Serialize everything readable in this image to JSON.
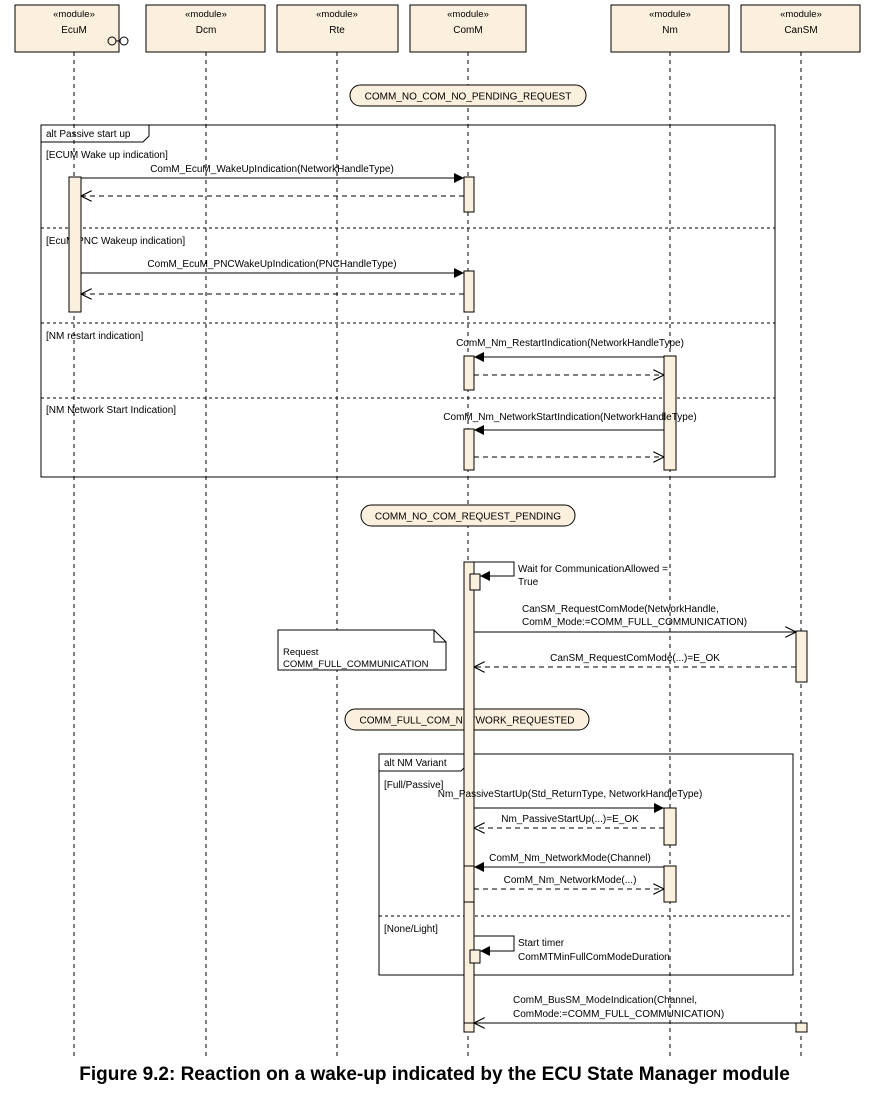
{
  "lifelines": [
    {
      "id": "ecum",
      "stereotype": "«module»",
      "name": "EcuM"
    },
    {
      "id": "dcm",
      "stereotype": "«module»",
      "name": "Dcm"
    },
    {
      "id": "rte",
      "stereotype": "«module»",
      "name": "Rte"
    },
    {
      "id": "comm",
      "stereotype": "«module»",
      "name": "ComM"
    },
    {
      "id": "nm",
      "stereotype": "«module»",
      "name": "Nm"
    },
    {
      "id": "cansm",
      "stereotype": "«module»",
      "name": "CanSM"
    }
  ],
  "states": [
    "COMM_NO_COM_NO_PENDING_REQUEST",
    "COMM_NO_COM_REQUEST_PENDING",
    "COMM_FULL_COM_NETWORK_REQUESTED"
  ],
  "frames": [
    {
      "label": "alt Passive start up",
      "guards": [
        "[ECUM Wake up indication]",
        "[EcuM PNC Wakeup indication]",
        "[NM restart indication]",
        "[NM Network Start Indication]"
      ]
    },
    {
      "label": "alt NM Variant",
      "guards": [
        "[Full/Passive]",
        "[None/Light]"
      ]
    }
  ],
  "messages": [
    {
      "from": "ecum",
      "to": "comm",
      "kind": "call",
      "label": [
        "ComM_EcuM_WakeUpIndication(NetworkHandleType)"
      ]
    },
    {
      "from": "comm",
      "to": "ecum",
      "kind": "return",
      "label": []
    },
    {
      "from": "ecum",
      "to": "comm",
      "kind": "call",
      "label": [
        "ComM_EcuM_PNCWakeUpIndication(PNCHandleType)"
      ]
    },
    {
      "from": "comm",
      "to": "ecum",
      "kind": "return",
      "label": []
    },
    {
      "from": "nm",
      "to": "comm",
      "kind": "call",
      "label": [
        "ComM_Nm_RestartIndication(NetworkHandleType)"
      ]
    },
    {
      "from": "comm",
      "to": "nm",
      "kind": "return",
      "label": []
    },
    {
      "from": "nm",
      "to": "comm",
      "kind": "call",
      "label": [
        "ComM_Nm_NetworkStartIndication(NetworkHandleType)"
      ]
    },
    {
      "from": "comm",
      "to": "nm",
      "kind": "return",
      "label": []
    },
    {
      "from": "comm",
      "to": "comm",
      "kind": "self",
      "label": [
        "Wait for CommunicationAllowed =",
        "True"
      ]
    },
    {
      "from": "comm",
      "to": "cansm",
      "kind": "async",
      "label": [
        "CanSM_RequestComMode(NetworkHandle,",
        "ComM_Mode:=COMM_FULL_COMMUNICATION)"
      ]
    },
    {
      "from": "cansm",
      "to": "comm",
      "kind": "return",
      "label": [
        "CanSM_RequestComMode(...)=E_OK"
      ]
    },
    {
      "from": "comm",
      "to": "nm",
      "kind": "call",
      "label": [
        "Nm_PassiveStartUp(Std_ReturnType, NetworkHandleType)"
      ]
    },
    {
      "from": "nm",
      "to": "comm",
      "kind": "return",
      "label": [
        "Nm_PassiveStartUp(...)=E_OK"
      ]
    },
    {
      "from": "nm",
      "to": "comm",
      "kind": "call",
      "label": [
        "ComM_Nm_NetworkMode(Channel)"
      ]
    },
    {
      "from": "comm",
      "to": "nm",
      "kind": "return",
      "label": [
        "ComM_Nm_NetworkMode(...)"
      ]
    },
    {
      "from": "comm",
      "to": "comm",
      "kind": "self",
      "label": [
        "Start timer",
        "ComMTMinFullComModeDuration"
      ]
    },
    {
      "from": "cansm",
      "to": "comm",
      "kind": "async",
      "label": [
        "ComM_BusSM_ModeIndication(Channel,",
        "ComMode:=COMM_FULL_COMMUNICATION)"
      ]
    }
  ],
  "note": {
    "lines": [
      "Request",
      "COMM_FULL_COMMUNICATION"
    ]
  },
  "caption": "Figure 9.2: Reaction on a wake-up indicated by the ECU State Manager module",
  "colors": {
    "activation_fill": "#fbefde",
    "state_fill": "#fbefde",
    "line": "#000000"
  }
}
